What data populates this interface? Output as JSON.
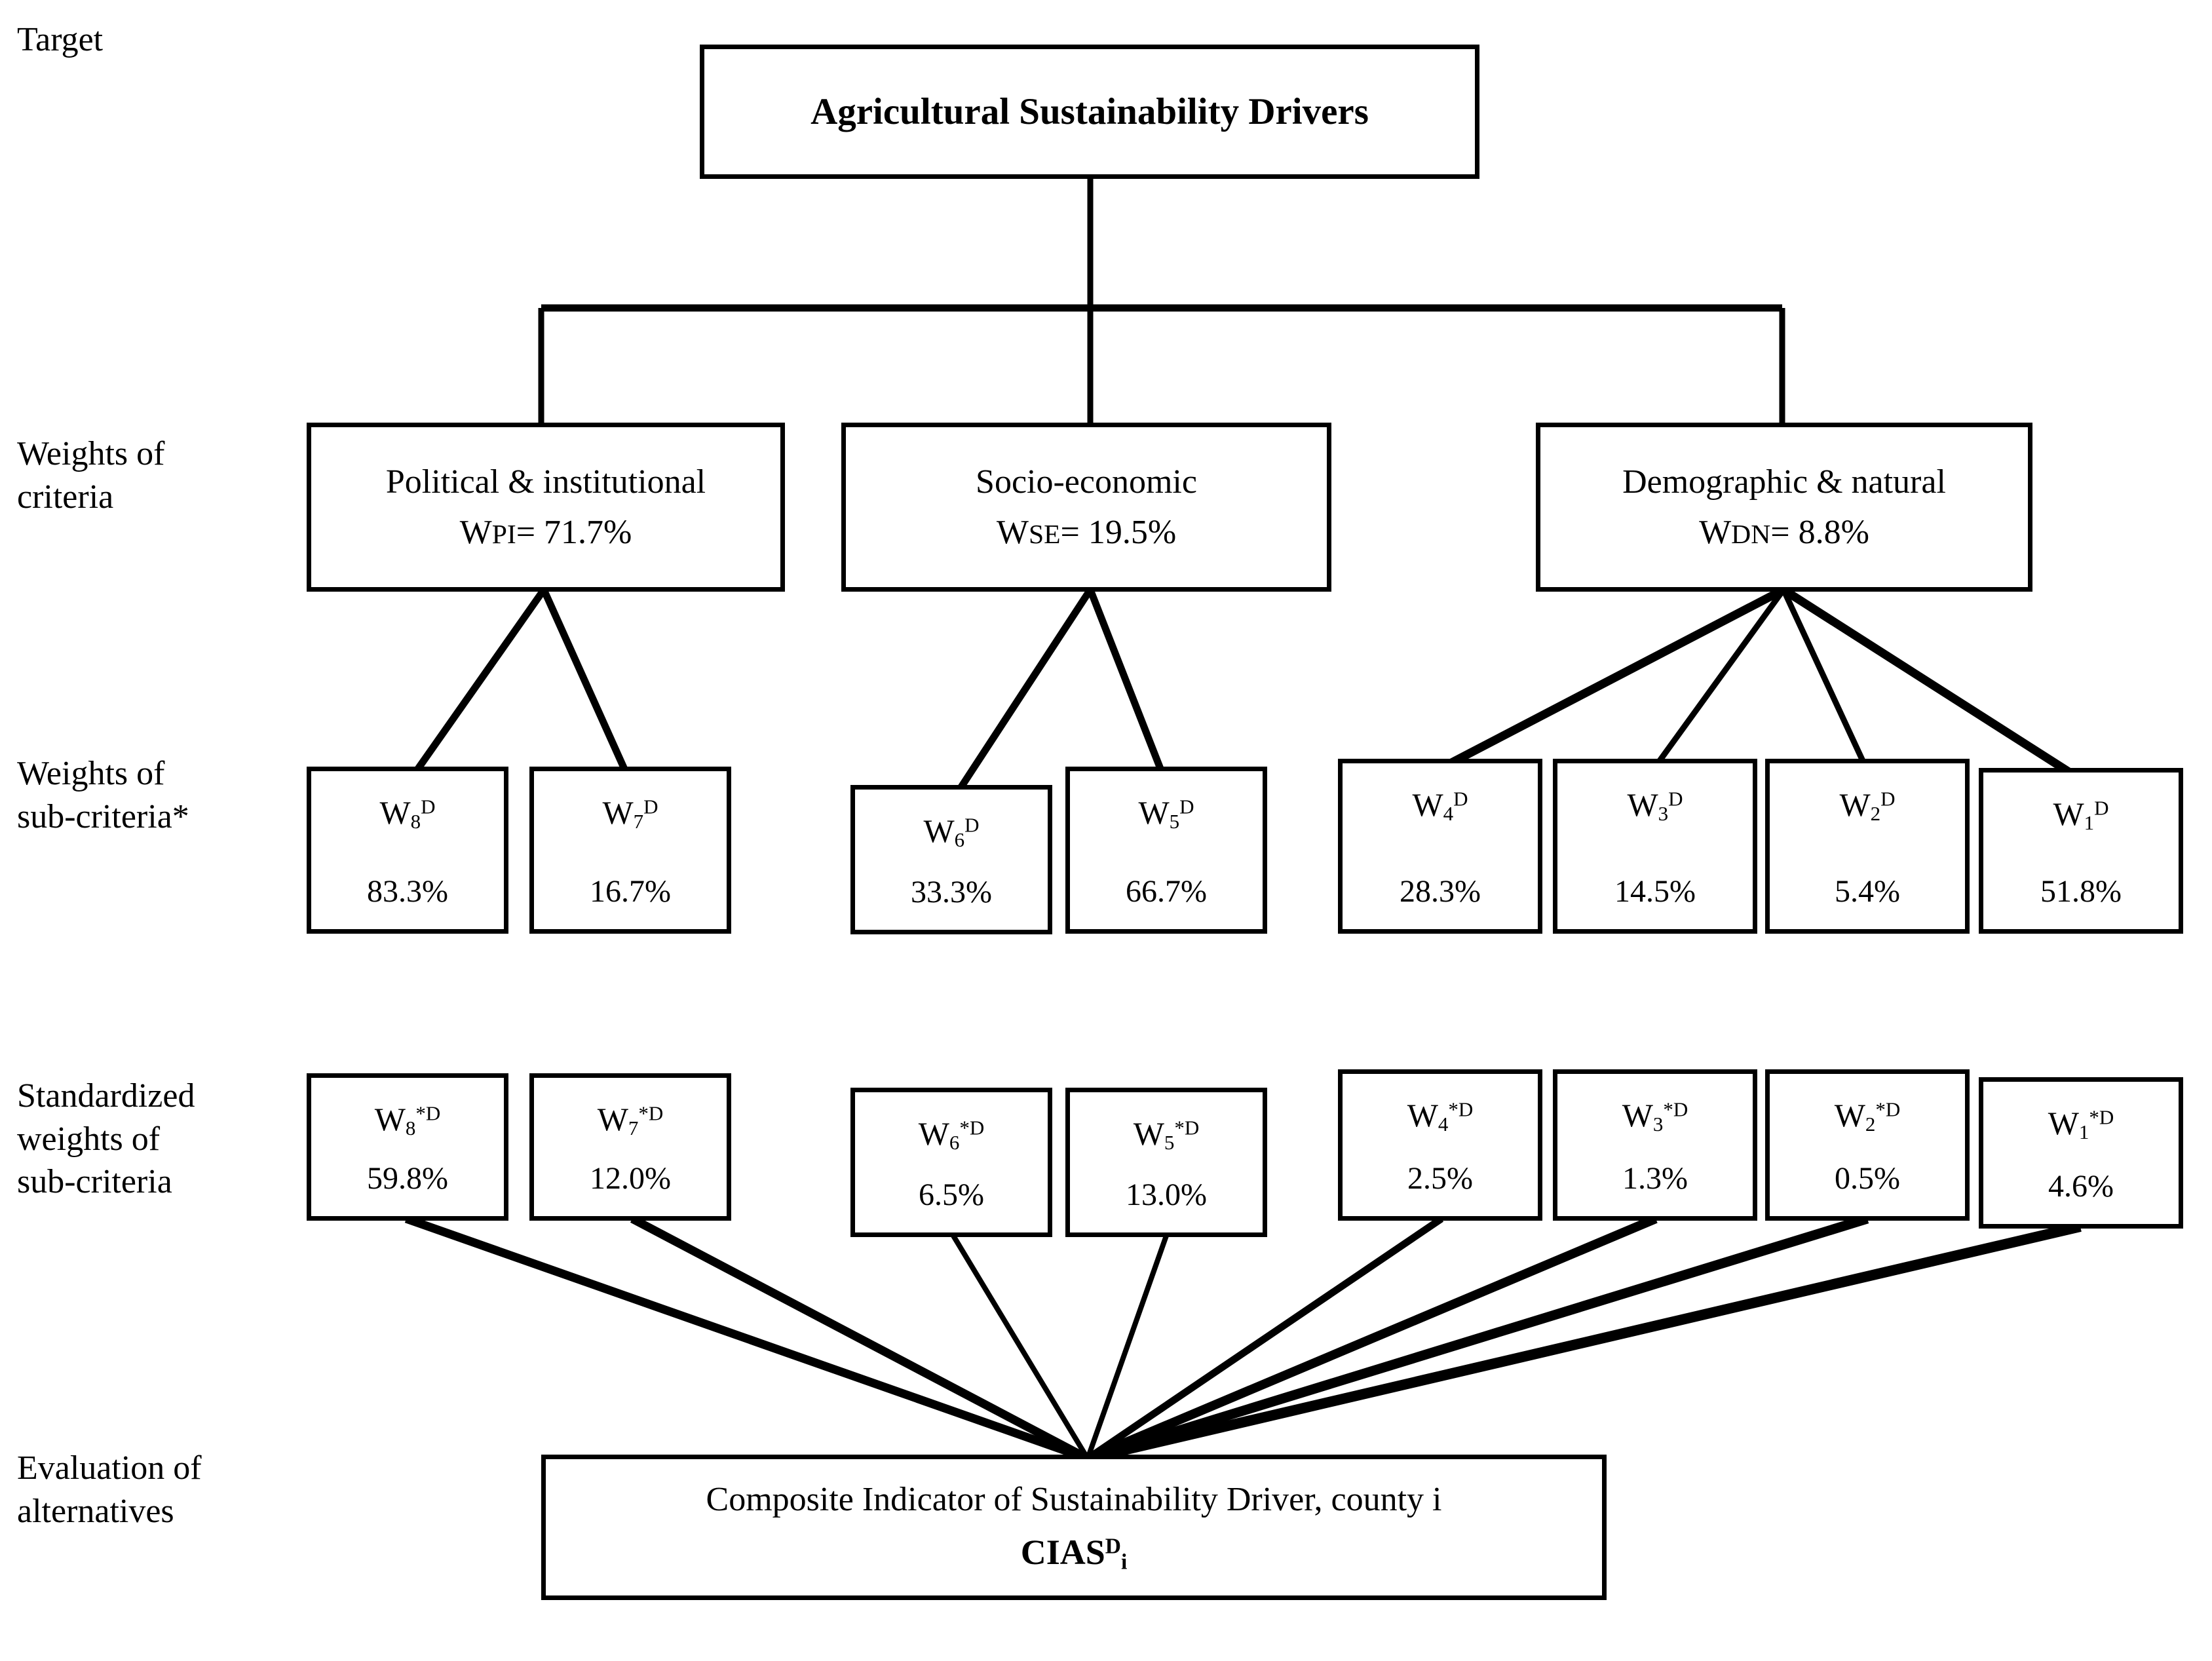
{
  "diagram": {
    "type": "ahp-hierarchy",
    "row_labels": [
      {
        "id": "target",
        "text": "Target"
      },
      {
        "id": "weights-of-criteria",
        "text": "Weights of\ncriteria"
      },
      {
        "id": "weights-of-sub-criteria",
        "text": "Weights of\nsub-criteria*"
      },
      {
        "id": "standardized-weights",
        "text": "Standardized\nweights of\nsub-criteria"
      },
      {
        "id": "evaluation-of-alternatives",
        "text": "Evaluation of\nalternatives"
      }
    ],
    "root": {
      "label": "Agricultural Sustainability Drivers"
    },
    "criteria": [
      {
        "id": "political-institutional",
        "name": "Political & institutional",
        "symbol": "W",
        "subscript": "PI",
        "weight": "71.7%",
        "weight_line": "WPI= 71.7%"
      },
      {
        "id": "socio-economic",
        "name": "Socio-economic",
        "symbol": "W",
        "subscript": "SE",
        "weight": "19.5%",
        "weight_line": "WSE= 19.5%"
      },
      {
        "id": "demographic-natural",
        "name": "Demographic & natural",
        "symbol": "W",
        "subscript": "DN",
        "weight": "8.8%",
        "weight_line": "WDN= 8.8%"
      }
    ],
    "sub_criteria": [
      {
        "id": "w8",
        "symbol": "W",
        "index": "8",
        "sup": "D",
        "value": "83.3%",
        "parent": "political-institutional"
      },
      {
        "id": "w7",
        "symbol": "W",
        "index": "7",
        "sup": "D",
        "value": "16.7%",
        "parent": "political-institutional"
      },
      {
        "id": "w6",
        "symbol": "W",
        "index": "6",
        "sup": "D",
        "value": "33.3%",
        "parent": "socio-economic"
      },
      {
        "id": "w5",
        "symbol": "W",
        "index": "5",
        "sup": "D",
        "value": "66.7%",
        "parent": "socio-economic"
      },
      {
        "id": "w4",
        "symbol": "W",
        "index": "4",
        "sup": "D",
        "value": "28.3%",
        "parent": "demographic-natural"
      },
      {
        "id": "w3",
        "symbol": "W",
        "index": "3",
        "sup": "D",
        "value": "14.5%",
        "parent": "demographic-natural"
      },
      {
        "id": "w2",
        "symbol": "W",
        "index": "2",
        "sup": "D",
        "value": "5.4%",
        "parent": "demographic-natural"
      },
      {
        "id": "w1",
        "symbol": "W",
        "index": "1",
        "sup": "D",
        "value": "51.8%",
        "parent": "demographic-natural"
      }
    ],
    "standardized_sub_criteria": [
      {
        "id": "w8s",
        "symbol": "W",
        "index": "8",
        "sup": "*D",
        "value": "59.8%"
      },
      {
        "id": "w7s",
        "symbol": "W",
        "index": "7",
        "sup": "*D",
        "value": "12.0%"
      },
      {
        "id": "w6s",
        "symbol": "W",
        "index": "6",
        "sup": "*D",
        "value": "6.5%"
      },
      {
        "id": "w5s",
        "symbol": "W",
        "index": "5",
        "sup": "*D",
        "value": "13.0%"
      },
      {
        "id": "w4s",
        "symbol": "W",
        "index": "4",
        "sup": "*D",
        "value": "2.5%"
      },
      {
        "id": "w3s",
        "symbol": "W",
        "index": "3",
        "sup": "*D",
        "value": "1.3%"
      },
      {
        "id": "w2s",
        "symbol": "W",
        "index": "2",
        "sup": "*D",
        "value": "0.5%"
      },
      {
        "id": "w1s",
        "symbol": "W",
        "index": "1",
        "sup": "*D",
        "value": "4.6%"
      }
    ],
    "result": {
      "line1": "Composite Indicator of Sustainability Driver, county i",
      "line2_symbol": "CIAS",
      "line2_sup": "D",
      "line2_sub": "i",
      "line2": "CIASDi"
    },
    "colors": {
      "stroke": "#000000",
      "background": "#ffffff",
      "text": "#000000"
    }
  }
}
